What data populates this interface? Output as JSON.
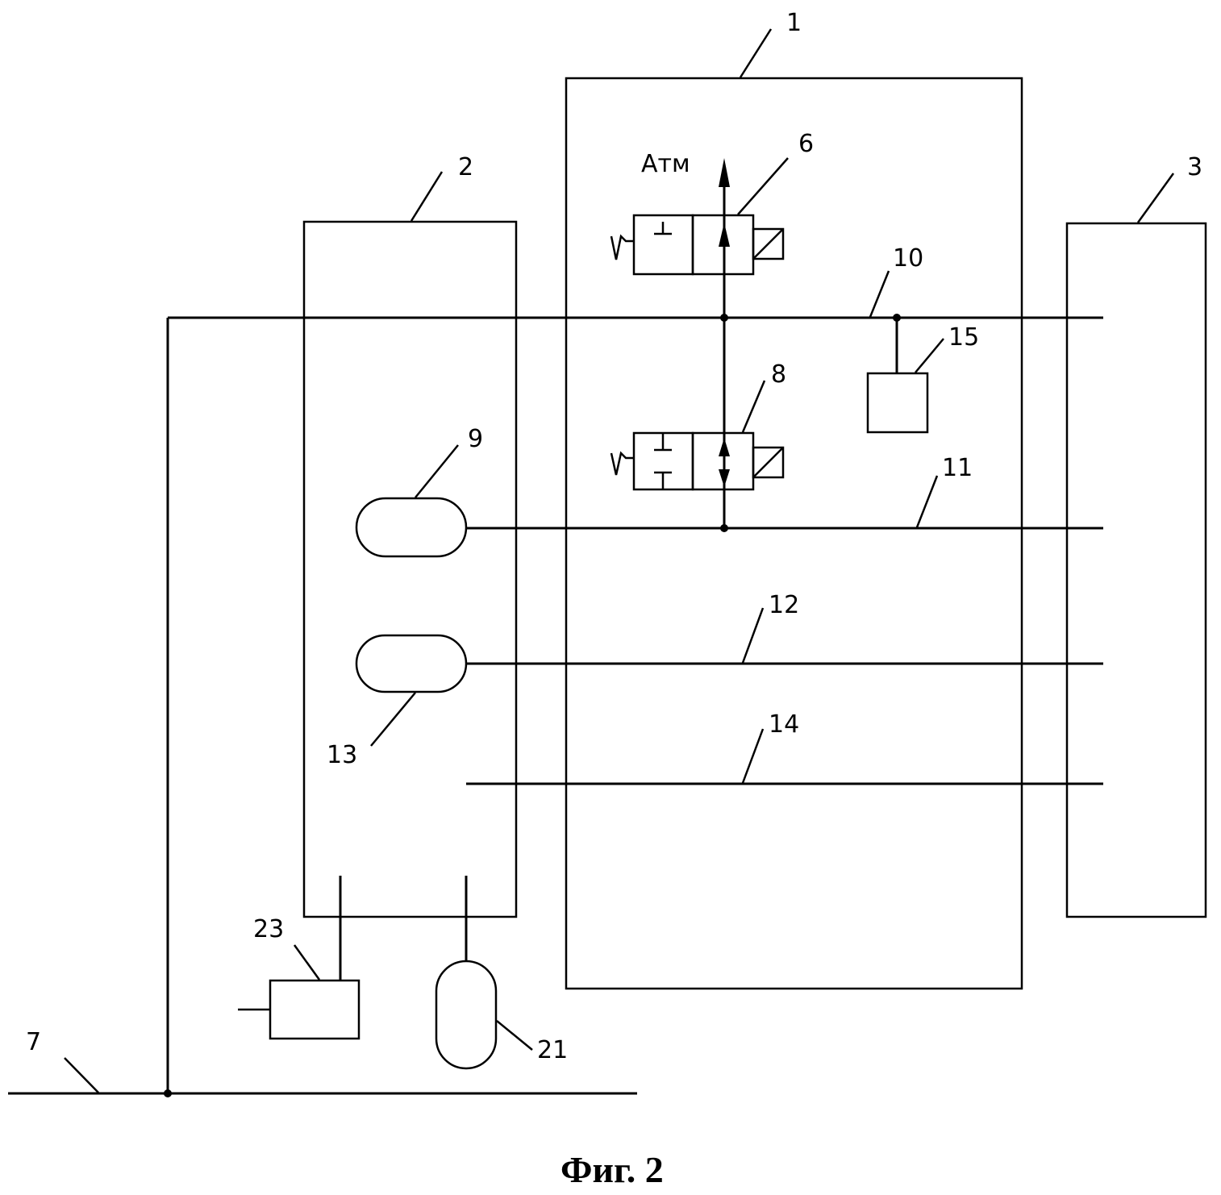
{
  "figure": {
    "caption": "Фиг. 2",
    "atmosphere_label": "Атм"
  },
  "components": {
    "block_1": {
      "ref": "1",
      "kind": "unit-housing"
    },
    "block_2": {
      "ref": "2",
      "kind": "unit-housing"
    },
    "block_3": {
      "ref": "3",
      "kind": "unit-housing"
    },
    "valve_6": {
      "ref": "6",
      "kind": "solenoid-valve-2-position",
      "spring": true,
      "flow": "up-to-atmosphere"
    },
    "valve_8": {
      "ref": "8",
      "kind": "solenoid-valve-2-position",
      "spring": true,
      "flow": "bidirectional"
    },
    "reservoir_9": {
      "ref": "9",
      "kind": "reservoir"
    },
    "reservoir_13": {
      "ref": "13",
      "kind": "reservoir"
    },
    "reservoir_21": {
      "ref": "21",
      "kind": "reservoir"
    },
    "sensor_15": {
      "ref": "15",
      "kind": "box"
    },
    "device_23": {
      "ref": "23",
      "kind": "box"
    }
  },
  "lines": {
    "line_7": {
      "ref": "7"
    },
    "line_10": {
      "ref": "10"
    },
    "line_11": {
      "ref": "11"
    },
    "line_12": {
      "ref": "12"
    },
    "line_14": {
      "ref": "14"
    }
  }
}
